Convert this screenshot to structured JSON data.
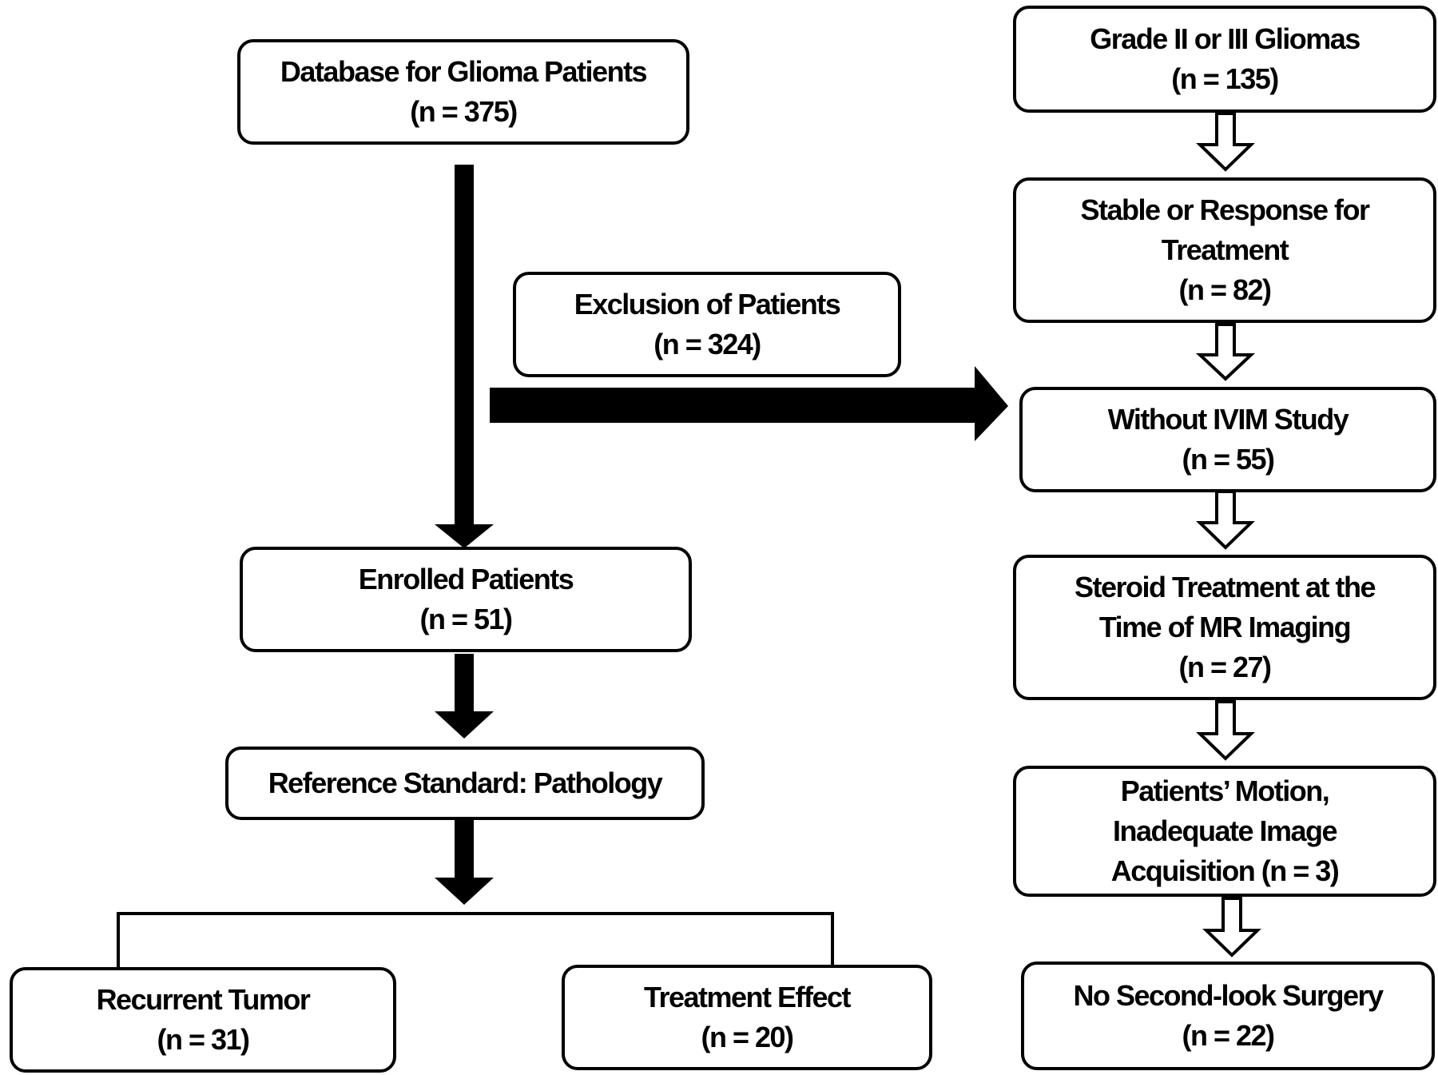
{
  "left": {
    "database": {
      "title": "Database for Glioma Patients",
      "count": "(n = 375)"
    },
    "enrolled": {
      "title": "Enrolled Patients",
      "count": "(n = 51)"
    },
    "reference": {
      "title": "Reference Standard: Pathology"
    },
    "recurrent": {
      "title": "Recurrent Tumor",
      "count": "(n = 31)"
    },
    "treatment_effect": {
      "title": "Treatment Effect",
      "count": "(n = 20)"
    }
  },
  "exclusion": {
    "title": "Exclusion of Patients",
    "count": "(n = 324)"
  },
  "right": {
    "grade": {
      "title": "Grade II or III Gliomas",
      "count": "(n = 135)"
    },
    "stable": {
      "line1": "Stable or Response for",
      "line2": "Treatment",
      "count": "(n = 82)"
    },
    "ivim": {
      "title": "Without IVIM Study",
      "count": "(n = 55)"
    },
    "steroid": {
      "line1": "Steroid Treatment at the",
      "line2": "Time of MR Imaging",
      "count": "(n = 27)"
    },
    "motion": {
      "line1": "Patients’ Motion,",
      "line2": "Inadequate Image",
      "line3": "Acquisition (n = 3)"
    },
    "surgery": {
      "title": "No Second-look Surgery",
      "count": "(n = 22)"
    }
  }
}
